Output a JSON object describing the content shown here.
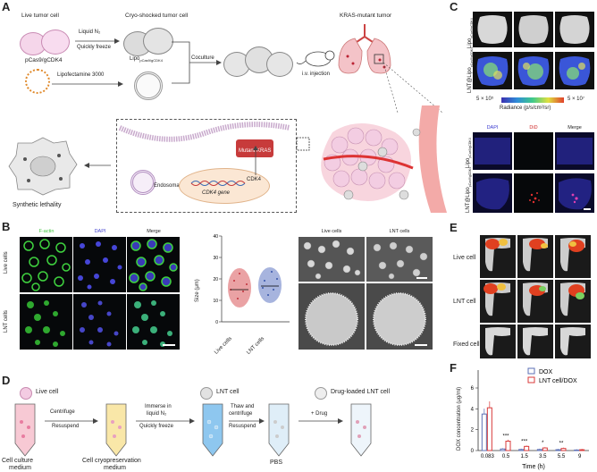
{
  "panels": {
    "A": "A",
    "B": "B",
    "C": "C",
    "D": "D",
    "E": "E",
    "F": "F"
  },
  "panelA": {
    "live_tumor_cell": "Live tumor cell",
    "liquid_n2": "Liquid N₂",
    "quickly_freeze": "Quickly freeze",
    "cryo_shocked": "Cryo-shocked tumor cell",
    "plasmid": "pCas9/gCDK4",
    "lipofectamine": "Lipofectamine 3000",
    "lipo_main": "Lipo",
    "lipo_sub": "pCas9/gCDK4",
    "coculture": "Coculture",
    "iv": "i.v. injection",
    "kras_tumor": "KRAS-mutant tumor",
    "mutant_kras": "Mutant KRAS",
    "endosomal": "Endosomal escape",
    "cdk4_gene": "CDK4 gene",
    "cdk4": "CDK4",
    "synthetic": "Synthetic lethality"
  },
  "panelB": {
    "col_factin": "F-actin",
    "col_dapi": "DAPI",
    "col_merge": "Merge",
    "row_live": "Live cells",
    "row_lnt": "LNT cells",
    "size_axis": "Size (μm)",
    "y_ticks": [
      "40",
      "30",
      "20",
      "10",
      "0"
    ],
    "x_cats": [
      "Live cells",
      "LNT cells"
    ],
    "sem_live": "Live cells",
    "sem_lnt": "LNT cells"
  },
  "panelC": {
    "row1_main": "Lipo",
    "row1_sub": "pCas9/gCDK4",
    "row2_main": "LNT@Lipo",
    "row2_sub": "pCas9/gCDK4",
    "scale_min": "5 × 10⁵",
    "scale_max": "5 × 10⁷",
    "radiance": "Radiance (p/s/cm²/sr)",
    "col_dapi": "DAPI",
    "col_did": "DiD",
    "col_merge": "Merge",
    "row3_main": "Lipo",
    "row3_sub": "pCas9/gCDK4",
    "row4_main": "LNT@Lipo",
    "row4_sub": "pCas9/gCDK4"
  },
  "panelD": {
    "live": "Live cell",
    "lnt": "LNT cell",
    "drug_loaded": "Drug-loaded LNT cell",
    "centrifuge": "Centrifuge",
    "resuspend1": "Resuspend",
    "immerse": "Immerse in",
    "liquid_n2": "liquid N₂",
    "quickly_freeze": "Quickly freeze",
    "thaw": "Thaw and",
    "centrifuge2": "centrifuge",
    "resuspend2": "Resuspend",
    "plus_drug": "+ Drug",
    "tube1_a": "Cell culture",
    "tube1_b": "medium",
    "tube2_a": "Cell cryopreservation",
    "tube2_b": "medium",
    "tube4": "PBS"
  },
  "panelE": {
    "row_live": "Live cell",
    "row_lnt": "LNT cell",
    "row_fixed": "Fixed cell"
  },
  "chart_data": {
    "type": "bar",
    "ylabel": "DOX concentration (μg/ml)",
    "xlabel": "Time (h)",
    "categories": [
      "0.083",
      "0.5",
      "1.5",
      "3.5",
      "5.5",
      "9"
    ],
    "ylim": [
      0,
      6
    ],
    "y_ticks": [
      "0",
      "2",
      "4",
      "6"
    ],
    "series": [
      {
        "name": "DOX",
        "color": "#5b6fb5",
        "values": [
          3.5,
          0.15,
          0.1,
          0.1,
          0.08,
          0.05
        ]
      },
      {
        "name": "LNT cell/DOX",
        "color": "#d93a3a",
        "values": [
          4.1,
          0.9,
          0.4,
          0.25,
          0.2,
          0.08
        ]
      }
    ],
    "significance": [
      "***",
      "***",
      "*",
      "**"
    ]
  }
}
